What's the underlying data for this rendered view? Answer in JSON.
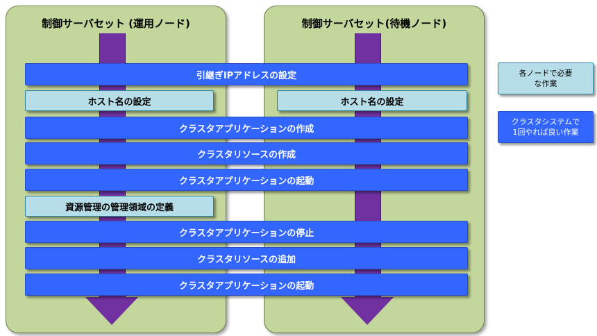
{
  "panels": {
    "left_title": "制御サーバセット (運用ノード)",
    "right_title": "制御サーバセット(待機ノード)"
  },
  "steps": {
    "inherit_ip": "引継ぎIPアドレスの設定",
    "host_left": "ホスト名の設定",
    "host_right": "ホスト名の設定",
    "create_app": "クラスタアプリケーションの作成",
    "create_resource": "クラスタリソースの作成",
    "start_app_1": "クラスタアプリケーションの起動",
    "define_resource_area": "資源管理の管理領域の定義",
    "stop_app": "クラスタアプリケーションの停止",
    "add_resource": "クラスタリソースの追加",
    "start_app_2": "クラスタアプリケーションの起動"
  },
  "legend": {
    "per_node": "各ノードで必要\nな作業",
    "once": "クラスタシステムで\n1回やれば良い作業"
  },
  "colors": {
    "panel": "#c3d69b",
    "arrow": "#7030a0",
    "cluster_step": "#3366ff",
    "node_step": "#b7dee8"
  }
}
